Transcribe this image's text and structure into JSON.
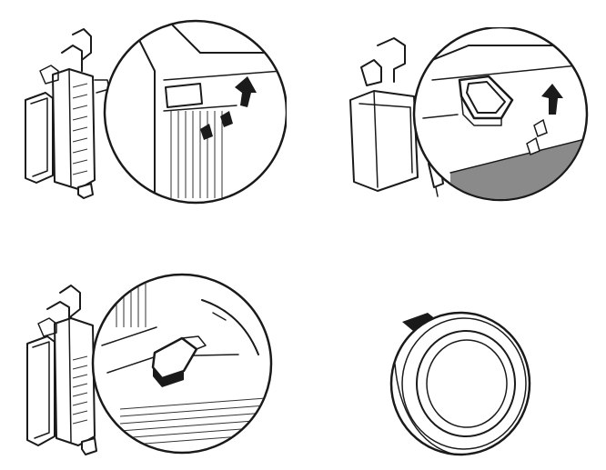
{
  "figure": {
    "panels": [
      {
        "id": "step-1",
        "subject": "release-tab-push-up",
        "arrow": "up"
      },
      {
        "id": "step-2",
        "subject": "latch-lever-push-up",
        "arrow": "up"
      },
      {
        "id": "step-3",
        "subject": "latch-lever-closed",
        "arrow": "none"
      },
      {
        "id": "step-4",
        "subject": "round-filter-cap",
        "arrow": "none"
      }
    ],
    "colors": {
      "ink": "#1a1a1a",
      "shade": "#8a8a8a",
      "background": "#ffffff"
    }
  }
}
